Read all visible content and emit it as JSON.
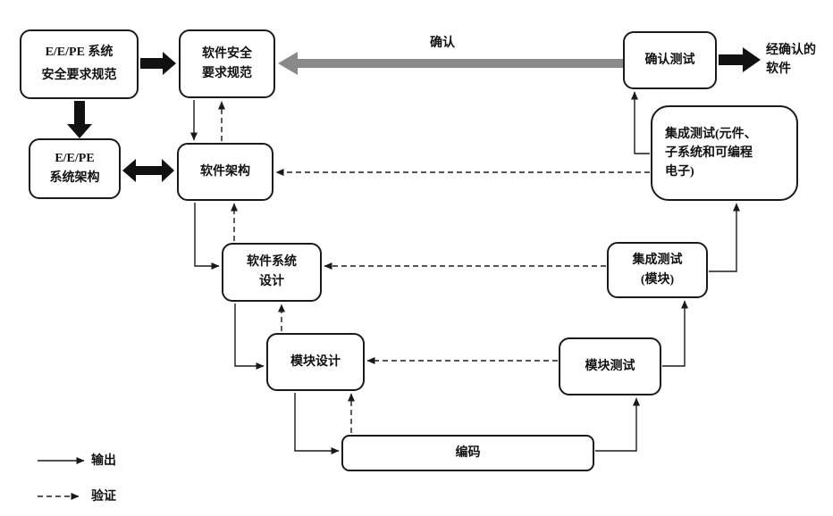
{
  "diagram": {
    "nodes": {
      "eepe_safety_req": {
        "label": "E/E/PE 系统\n安全要求规范"
      },
      "eepe_arch": {
        "label": "E/E/PE\n系统架构"
      },
      "sw_safety_req": {
        "label": "软件安全\n要求规范"
      },
      "sw_arch": {
        "label": "软件架构"
      },
      "sw_sys_design": {
        "label": "软件系统\n设计"
      },
      "module_design": {
        "label": "模块设计"
      },
      "coding": {
        "label": "编码"
      },
      "module_test": {
        "label": "模块测试"
      },
      "integ_test_module": {
        "label": "集成测试\n(模块)"
      },
      "integ_test_pe": {
        "label": "集成测试(元件、\n子系统和可编程\n电子)"
      },
      "validation_test": {
        "label": "确认测试"
      }
    },
    "free_text": {
      "validated_software": "经确认的\n软件",
      "validation_arrow_label": "确认"
    },
    "legend": {
      "output": "输出",
      "verification": "验证"
    },
    "colors": {
      "line": "#1a1a1a",
      "fat_arrow": "#111111",
      "validation_arrow": "#8a8a8a",
      "background": "#ffffff"
    },
    "edges": {
      "output": [
        {
          "from": "eepe_safety_req",
          "to": "sw_safety_req"
        },
        {
          "from": "eepe_safety_req",
          "to": "eepe_arch"
        },
        {
          "from": "eepe_arch",
          "to": "sw_arch",
          "bidirectional": true
        },
        {
          "from": "sw_safety_req",
          "to": "sw_arch"
        },
        {
          "from": "sw_arch",
          "to": "sw_sys_design"
        },
        {
          "from": "sw_sys_design",
          "to": "module_design"
        },
        {
          "from": "module_design",
          "to": "coding"
        },
        {
          "from": "coding",
          "to": "module_test"
        },
        {
          "from": "module_test",
          "to": "integ_test_module"
        },
        {
          "from": "integ_test_module",
          "to": "integ_test_pe"
        },
        {
          "from": "integ_test_pe",
          "to": "validation_test"
        },
        {
          "from": "validation_test",
          "to": "validated_software"
        }
      ],
      "verification": [
        {
          "from": "sw_arch",
          "to": "sw_safety_req"
        },
        {
          "from": "sw_sys_design",
          "to": "sw_arch"
        },
        {
          "from": "module_design",
          "to": "sw_sys_design"
        },
        {
          "from": "coding",
          "to": "module_design"
        },
        {
          "from": "module_test",
          "to": "module_design"
        },
        {
          "from": "integ_test_module",
          "to": "sw_sys_design"
        },
        {
          "from": "integ_test_pe",
          "to": "sw_arch"
        }
      ],
      "validation": [
        {
          "from": "validation_test",
          "to": "sw_safety_req",
          "label": "确认"
        }
      ]
    }
  }
}
